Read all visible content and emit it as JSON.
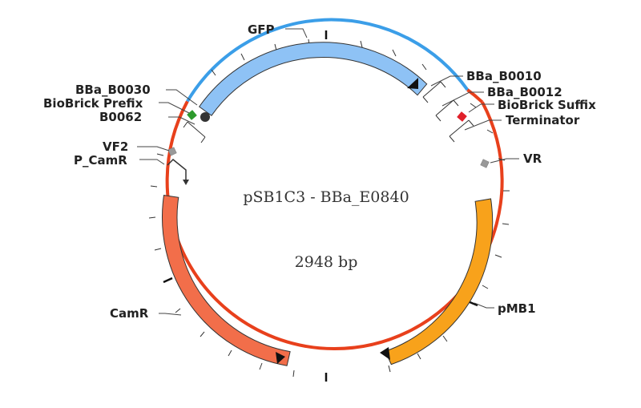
{
  "plasmid": {
    "name": "pSB1C3 - BBa_E0840",
    "length_label": "2948 bp",
    "length_bp": 2948
  },
  "colors": {
    "backbone": "#e8401c",
    "insert": "#3b9ee8",
    "gfp": "#8ec2f5",
    "camr": "#f26e4a",
    "pmb1": "#f8a21b",
    "prefix_marker": "#2d9a2d",
    "suffix_marker": "#e0202a",
    "primer": "#999999",
    "rbs": "#333333"
  },
  "labels": {
    "gfp": "GFP",
    "bba_b0010": "BBa_B0010",
    "bba_b0012": "BBa_B0012",
    "biobrick_suffix": "BioBrick Suffix",
    "terminator": "Terminator",
    "vr": "VR",
    "pmb1": "pMB1",
    "camr": "CamR",
    "p_camr": "P_CamR",
    "vf2": "VF2",
    "b0062": "B0062",
    "biobrick_prefix": "BioBrick Prefix",
    "bba_b0030": "BBa_B0030"
  },
  "icons": {
    "rbs": "filled-circle-icon",
    "promoter": "bent-arrow-icon",
    "primer": "gray-square-icon",
    "restriction_site": "colored-square-icon"
  }
}
